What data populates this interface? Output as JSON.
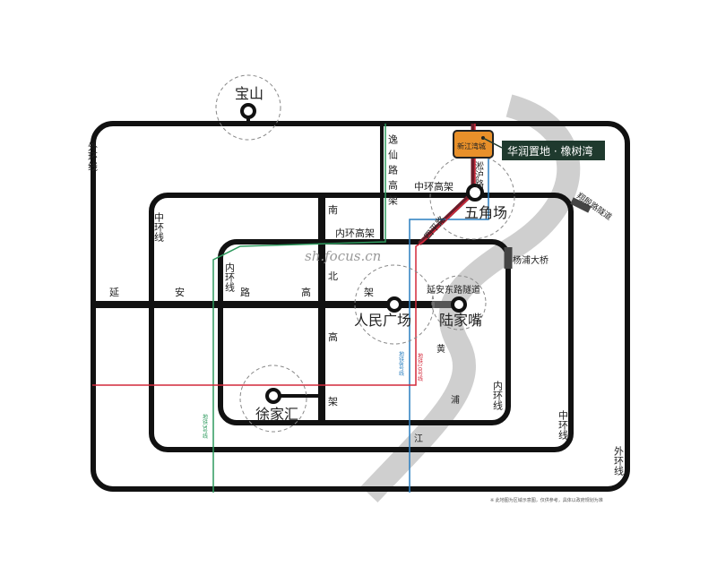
{
  "roads": {
    "outer_ring": "外环线",
    "middle_ring": "中环线",
    "inner_ring": "内环线",
    "inner_ring_elevated": "内环高架",
    "middle_ring_elevated": "中环高架",
    "yanan": [
      "延",
      "安",
      "路",
      "高",
      "架"
    ],
    "nanbei": [
      "南",
      "北",
      "高",
      "架"
    ],
    "yixian": "逸仙路高架",
    "siping": "四平路",
    "songhu": "淞沪路",
    "yanan_tunnel": "延安东路隧道",
    "yangpu_bridge": "杨浦大桥",
    "xiangyin_tunnel": "翔殷路隧道",
    "huangpu_river": [
      "黄",
      "浦",
      "江"
    ]
  },
  "stations": {
    "baoshan": "宝山",
    "wujiaochang": "五角场",
    "renmin": "人民广场",
    "lujiazui": "陆家嘴",
    "xujiahui": "徐家汇",
    "xinjiangwan": "新江湾城"
  },
  "metro": {
    "line3": "地铁3号线",
    "line8": "地铁8号线",
    "line10": "地铁10号线"
  },
  "project_label": "华润置地 · 橡树湾",
  "watermark": "sh.focus.cn",
  "footnote": "※ 此地图为区域示意图，仅供参考，具体以政府规划为准",
  "colors": {
    "line3": "#2e9a5e",
    "line8": "#2a7fc0",
    "line10": "#d4283a",
    "project": "#1f3a2e",
    "xinjiangwan": "#e8902a",
    "river": "#cfcfcf"
  }
}
